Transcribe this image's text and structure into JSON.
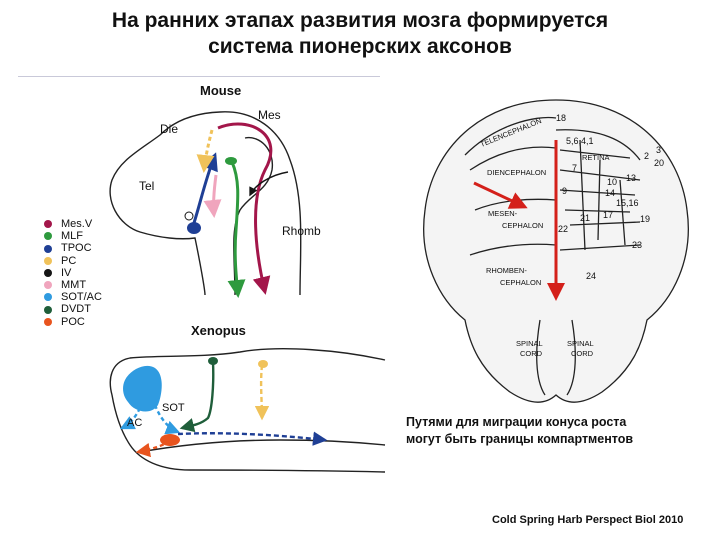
{
  "title": {
    "line1": "На ранних этапах развития мозга формируется",
    "line2": "система пионерских аксонов"
  },
  "mouse": {
    "heading": "Mouse",
    "labels": {
      "mes": "Mes",
      "die": "Die",
      "tel": "Tel",
      "rhomb": "Rhomb"
    }
  },
  "xenopus": {
    "heading": "Xenopus",
    "labels": {
      "sot": "SOT",
      "ac": "AC"
    }
  },
  "legend": [
    {
      "label": "Mes.V",
      "color": "#a3164a"
    },
    {
      "label": "MLF",
      "color": "#2e9a3e"
    },
    {
      "label": "TPOC",
      "color": "#1f3f95"
    },
    {
      "label": "PC",
      "color": "#f0c25a"
    },
    {
      "label": "IV",
      "color": "#151515"
    },
    {
      "label": "MMT",
      "color": "#f0a5bd"
    },
    {
      "label": "SOT/AC",
      "color": "#2f9be0"
    },
    {
      "label": "DVDT",
      "color": "#1f5e3a"
    },
    {
      "label": "POC",
      "color": "#e8541e"
    }
  ],
  "embryo": {
    "labels": {
      "telencephalon": "TELENCEPHALON",
      "diencephalon": "DIENCEPHALON",
      "mesencephalon_1": "MESEN-",
      "mesencephalon_2": "CEPHALON",
      "rhombencephalon_1": "RHOMBEN-",
      "rhombencephalon_2": "CEPHALON",
      "retina": "RETINA",
      "spinal_cord_left_1": "SPINAL",
      "spinal_cord_left_2": "CORD",
      "spinal_cord_right_1": "SPINAL",
      "spinal_cord_right_2": "CORD"
    },
    "numbers": {
      "n18": "18",
      "n5641": "5,6,4,1",
      "n3": "3",
      "n2": "2",
      "n20": "20",
      "n7": "7",
      "n9": "9",
      "n10": "10",
      "n13": "13",
      "n14": "14",
      "n1516": "15,16",
      "n21": "21",
      "n17": "17",
      "n19": "19",
      "n22": "22",
      "n23": "23",
      "n24": "24"
    },
    "arrow_color": "#d4201a"
  },
  "caption": {
    "line1": "Путями для миграции конуса роста",
    "line2": "могут быть границы компартментов"
  },
  "citation": "Cold Spring Harb Perspect Biol 2010"
}
